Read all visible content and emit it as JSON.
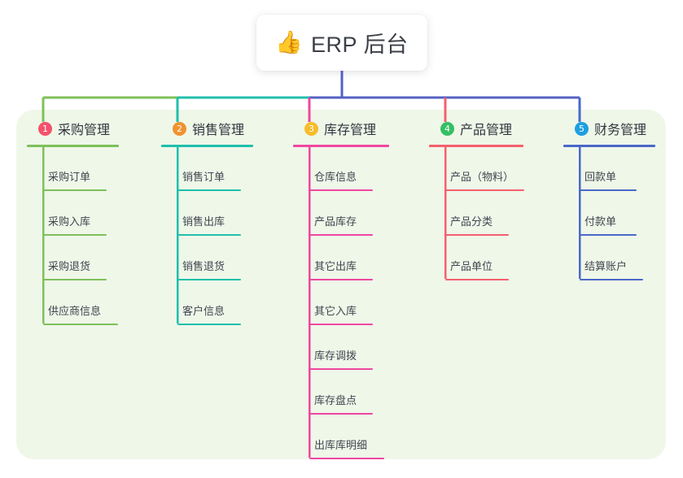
{
  "diagram": {
    "type": "mind-map",
    "title": {
      "icon": "thumbs-up-icon",
      "emoji": "👍",
      "text": "ERP 后台"
    },
    "trunk_color": "#5561c4",
    "panel_color": "#eff7e9",
    "columns": [
      {
        "number": "1",
        "label": "采购管理",
        "badge_color": "#f4516c",
        "line_color": "#7fc05a",
        "items": [
          "采购订单",
          "采购入库",
          "采购退货",
          "供应商信息"
        ]
      },
      {
        "number": "2",
        "label": "销售管理",
        "badge_color": "#f0922f",
        "line_color": "#20c0ab",
        "items": [
          "销售订单",
          "销售出库",
          "销售退货",
          "客户信息"
        ]
      },
      {
        "number": "3",
        "label": "库存管理",
        "badge_color": "#f7bc2b",
        "line_color": "#ef47a0",
        "items": [
          "仓库信息",
          "产品库存",
          "其它出库",
          "其它入库",
          "库存调拨",
          "库存盘点",
          "出库库明细"
        ]
      },
      {
        "number": "4",
        "label": "产品管理",
        "badge_color": "#34bf64",
        "line_color": "#f4606c",
        "items": [
          "产品（物料）",
          "产品分类",
          "产品单位"
        ]
      },
      {
        "number": "5",
        "label": "财务管理",
        "badge_color": "#1e9fe0",
        "line_color": "#4a68c9",
        "items": [
          "回款单",
          "付款单",
          "结算账户"
        ]
      }
    ]
  }
}
